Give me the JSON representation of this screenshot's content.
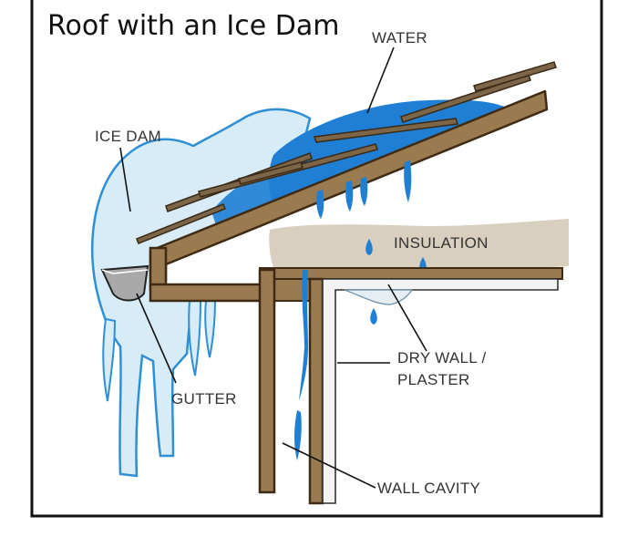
{
  "diagram": {
    "title": "Roof with an Ice Dam",
    "labels": {
      "water": "WATER",
      "ice_dam": "ICE DAM",
      "insulation": "INSULATION",
      "dry_wall_line1": "DRY WALL /",
      "dry_wall_line2": "PLASTER",
      "gutter": "GUTTER",
      "wall_cavity": "WALL CAVITY"
    },
    "colors": {
      "frame_border": "#111111",
      "ice": "#d7ecf7",
      "ice_outline": "#2f8fd6",
      "water": "#1f7fd4",
      "wood": "#9a7b4f",
      "wood_outline": "#3f2b14",
      "shingle": "#7d6548",
      "insulation": "#d8cfbf",
      "drywall": "#f3f3f3",
      "gutter": "#a9a9a9"
    }
  }
}
